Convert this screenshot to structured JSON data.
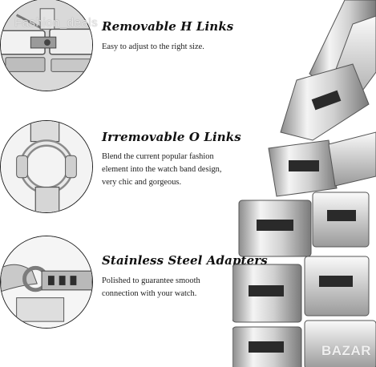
{
  "features": [
    {
      "title": "Removable H Links",
      "description_lines": [
        "Easy to adjust to the right size."
      ],
      "icon": "h-links-closeup"
    },
    {
      "title": "Irremovable O Links",
      "description_lines": [
        "Blend the current popular fashion",
        "element into the watch band design,",
        "very chic and gorgeous."
      ],
      "icon": "o-ring-closeup"
    },
    {
      "title": "Stainless Steel Adapters",
      "description_lines": [
        "Polished to guarantee smooth",
        "connection with your watch."
      ],
      "icon": "adapter-closeup"
    }
  ],
  "watermarks": {
    "top_left": "Fashion_deals",
    "bottom_right": "BAZAR"
  },
  "colors": {
    "background": "#ffffff",
    "text": "#111111",
    "steel_light": "#e8e8e8",
    "steel_dark": "#6b6b6b"
  }
}
